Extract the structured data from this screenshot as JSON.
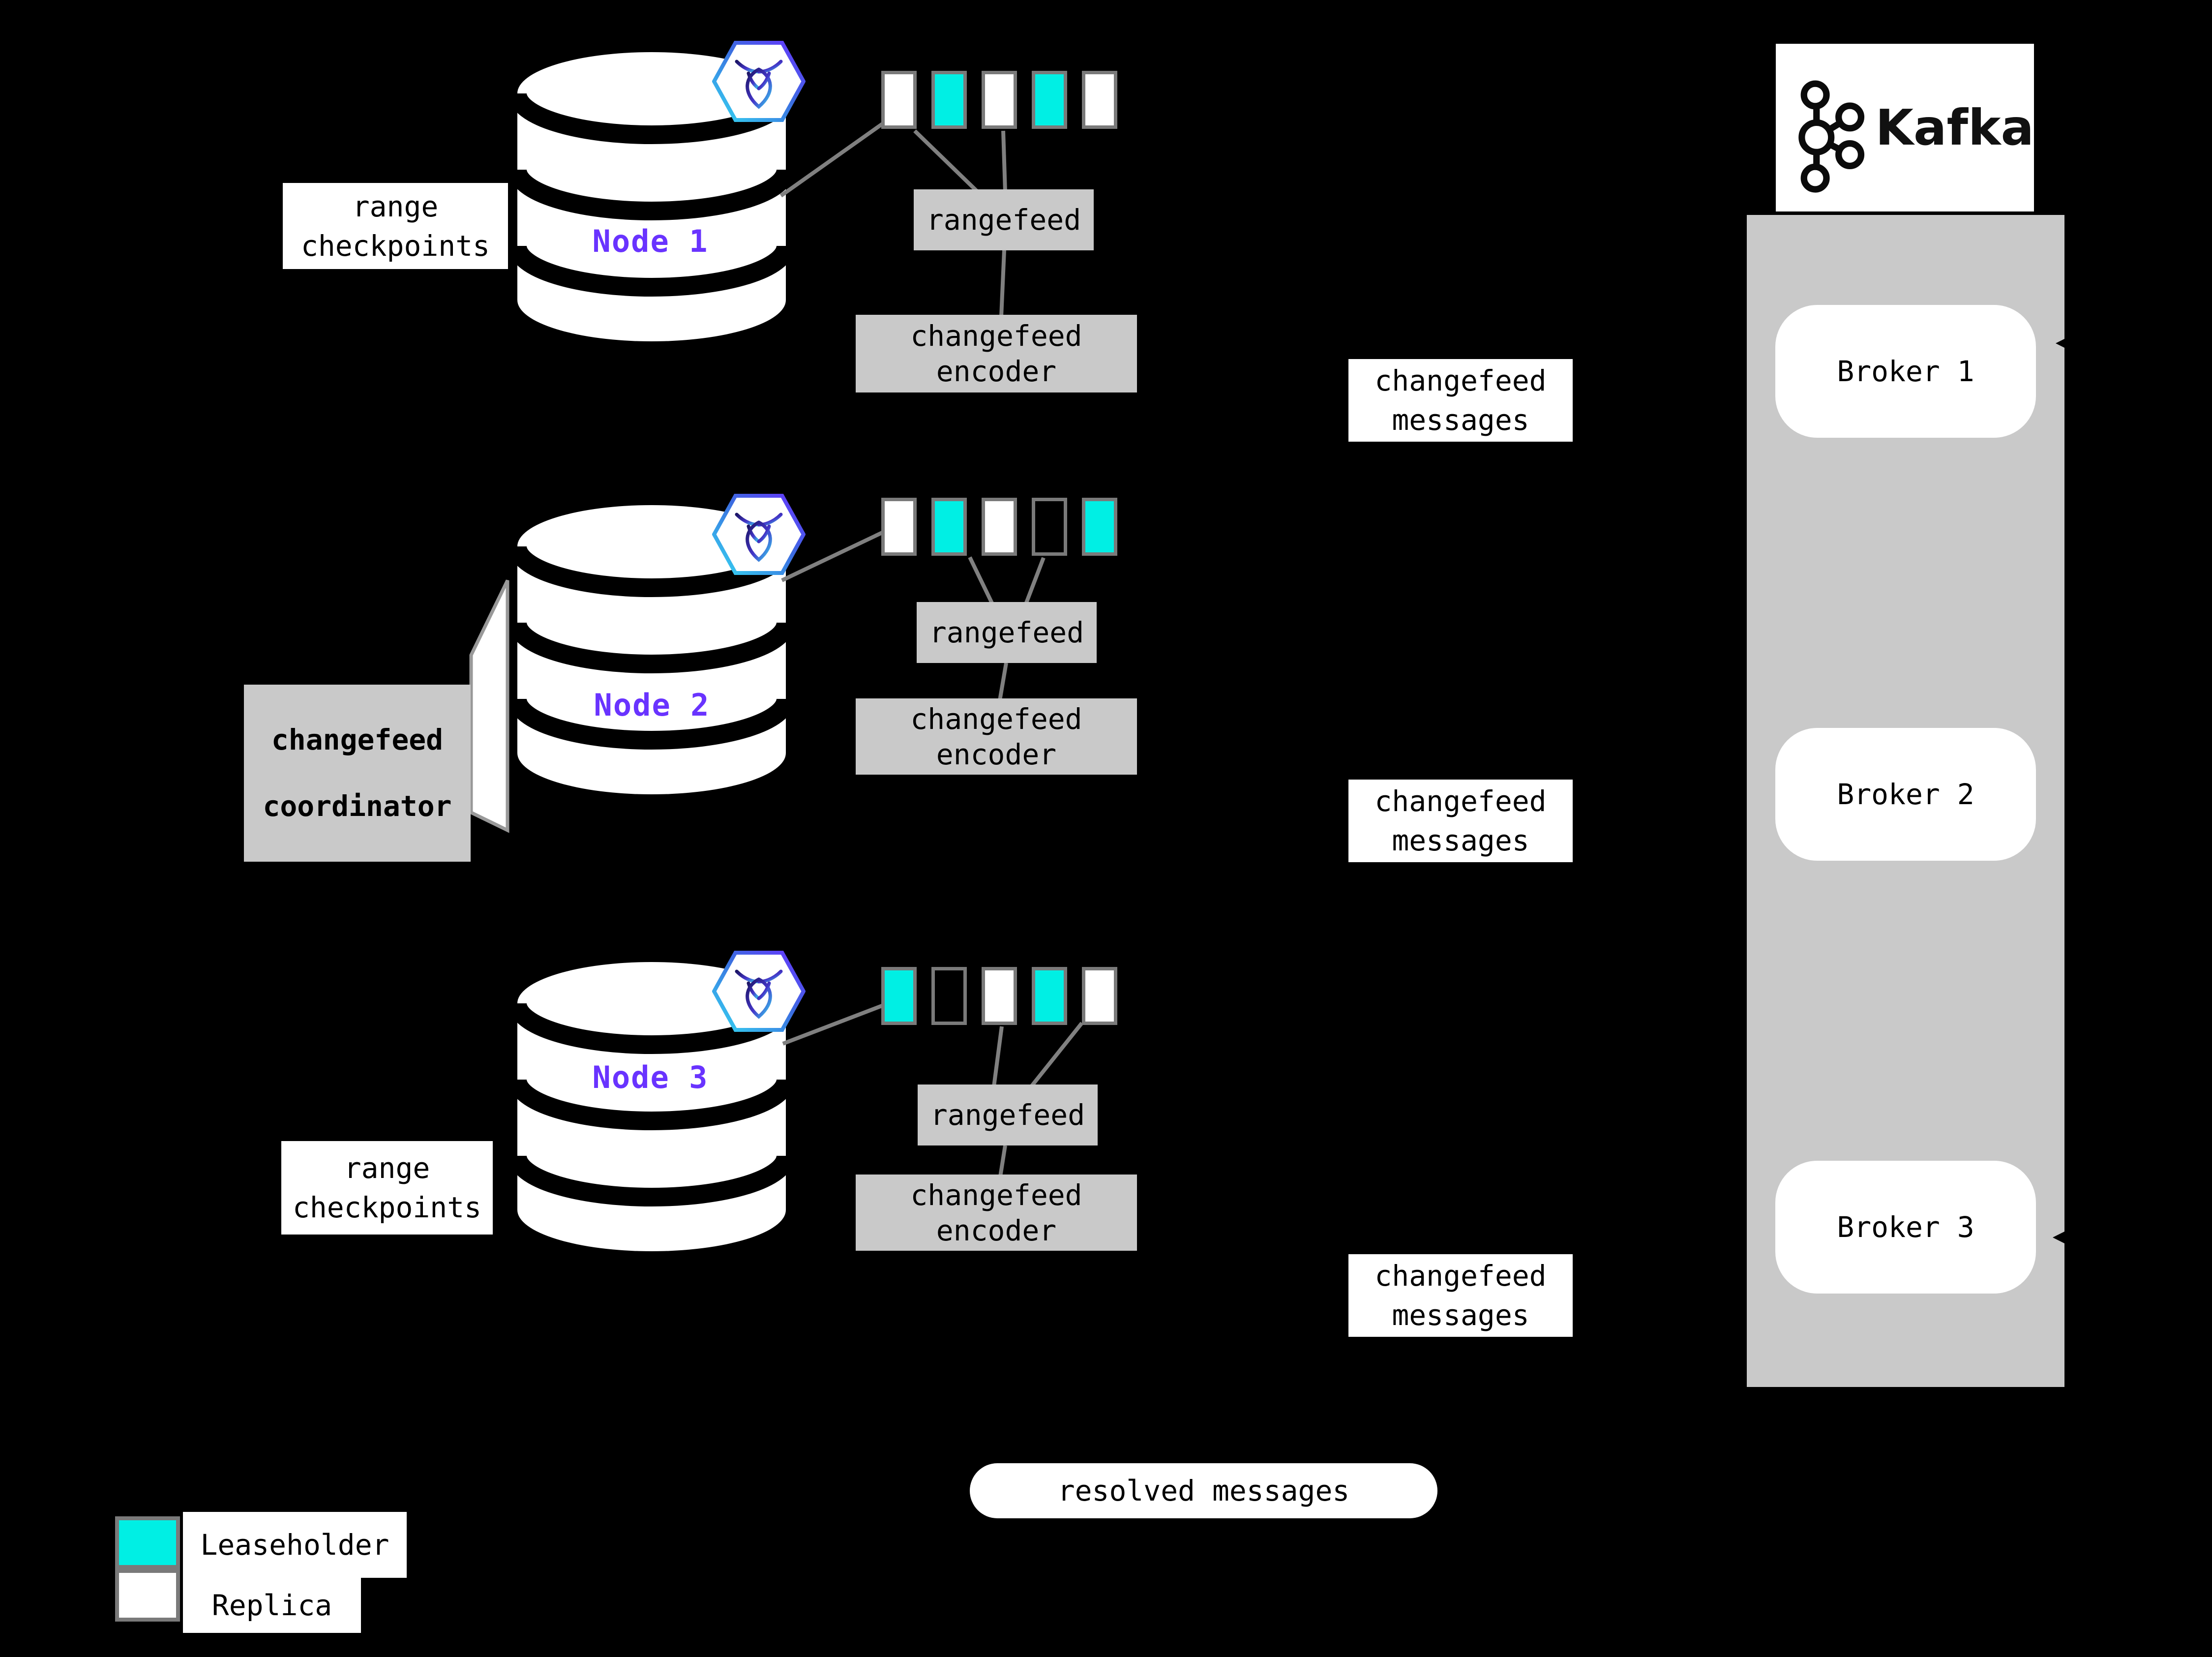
{
  "canvas": {
    "background": "#000000"
  },
  "colors": {
    "background": "#000000",
    "leaseholder": "#00efe4",
    "replica": "#ffffff",
    "box_border": "#7a7a7a",
    "connector_line": "#808080",
    "gray_box": "#c9c9c9",
    "kafka_panel": "#c9c9c9",
    "node_label": "#6933ff",
    "text": "#000000"
  },
  "nodes": [
    {
      "label": "Node 1",
      "ranges": [
        "replica",
        "leaseholder",
        "replica",
        "leaseholder",
        "replica"
      ]
    },
    {
      "label": "Node 2",
      "ranges": [
        "replica",
        "leaseholder",
        "replica",
        "empty",
        "leaseholder"
      ]
    },
    {
      "label": "Node 3",
      "ranges": [
        "leaseholder",
        "empty",
        "replica",
        "leaseholder",
        "replica"
      ]
    }
  ],
  "labels": {
    "rangefeed": "rangefeed",
    "encoder": [
      "changefeed",
      "encoder"
    ],
    "messages": [
      "changefeed",
      "messages"
    ],
    "checkpoints": [
      "range",
      "checkpoints"
    ],
    "coordinator": [
      "changefeed",
      "coordinator"
    ],
    "resolved": "resolved messages"
  },
  "kafka": {
    "brand": "Kafka",
    "brokers": [
      "Broker 1",
      "Broker 2",
      "Broker 3"
    ]
  },
  "legend": [
    {
      "label": "Leaseholder",
      "swatch": "leaseholder"
    },
    {
      "label": "Replica",
      "swatch": "replica"
    }
  ]
}
